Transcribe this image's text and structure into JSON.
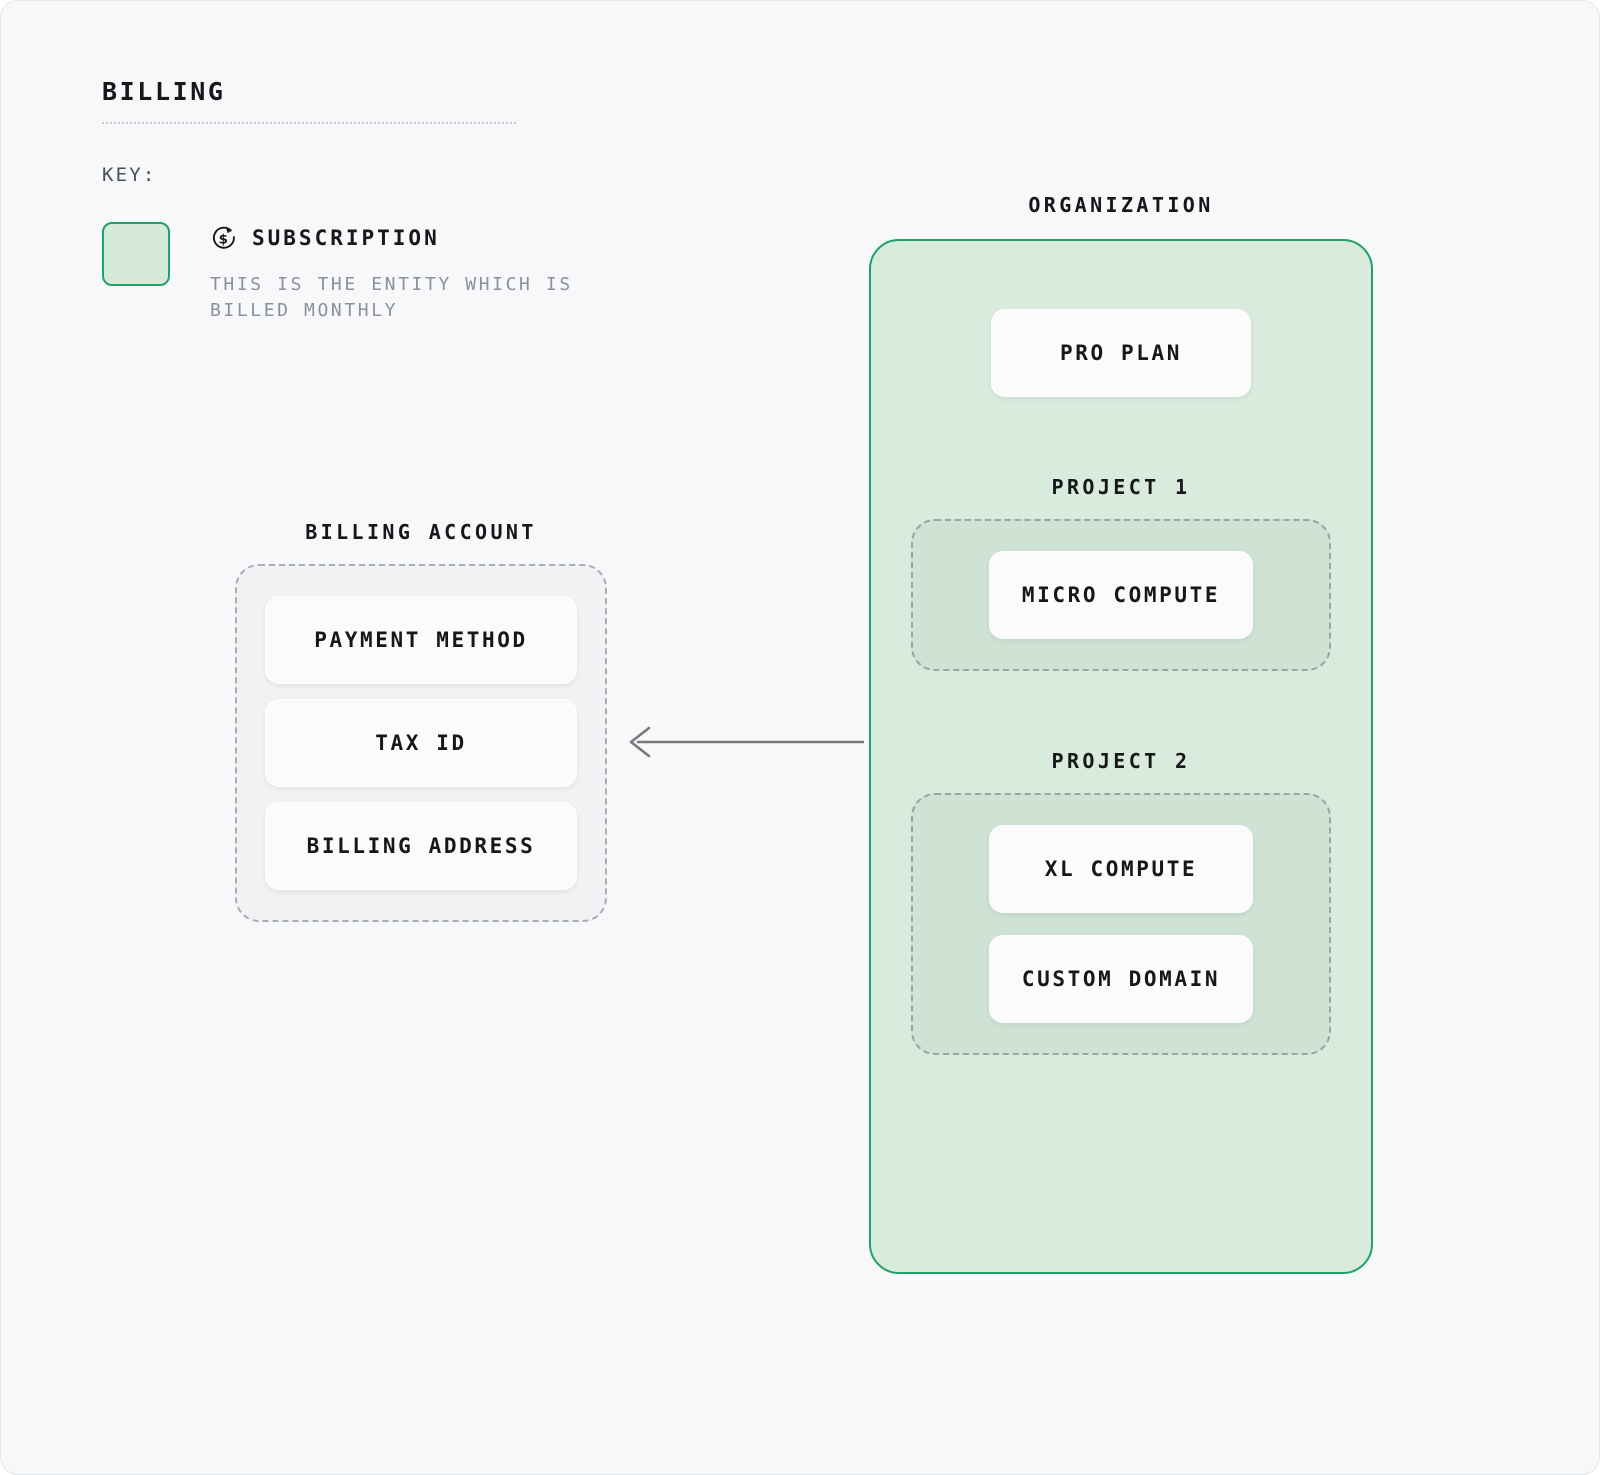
{
  "header": {
    "title": "BILLING"
  },
  "key": {
    "label": "KEY:",
    "legend": [
      {
        "icon": "subscription-icon",
        "title": "SUBSCRIPTION",
        "description": "THIS IS THE ENTITY WHICH IS BILLED MONTHLY",
        "swatch_fill": "#d6ead9",
        "swatch_border": "#21a167"
      }
    ]
  },
  "billing_account": {
    "caption": "BILLING ACCOUNT",
    "items": [
      {
        "label": "PAYMENT METHOD"
      },
      {
        "label": "TAX ID"
      },
      {
        "label": "BILLING ADDRESS"
      }
    ]
  },
  "organization": {
    "caption": "ORGANIZATION",
    "plan": {
      "label": "PRO PLAN"
    },
    "projects": [
      {
        "caption": "PROJECT 1",
        "resources": [
          {
            "label": "MICRO COMPUTE"
          }
        ]
      },
      {
        "caption": "PROJECT 2",
        "resources": [
          {
            "label": "XL COMPUTE"
          },
          {
            "label": "CUSTOM DOMAIN"
          }
        ]
      }
    ]
  },
  "connection": {
    "name": "organization-to-billing-account-arrow",
    "direction": "left",
    "color": "#77797d"
  },
  "colors": {
    "background": "#f7f8fa",
    "subscription_green": "#21a167",
    "subscription_fill": "#d9ebdd",
    "project_fill": "#cfe3d4",
    "card": "#fbfbfc",
    "dashed_border": "#a9aeb6",
    "text": "#15171a",
    "muted_text": "#8b9099"
  }
}
